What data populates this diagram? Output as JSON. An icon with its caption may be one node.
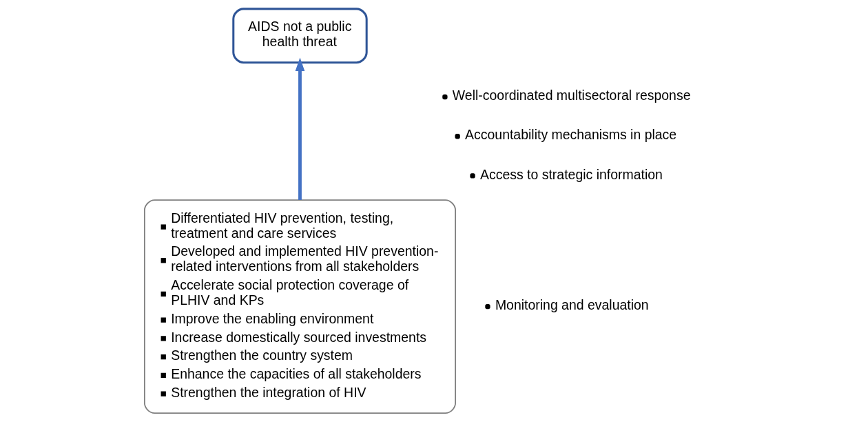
{
  "diagram": {
    "nodes": [
      {
        "text": [
          "Differentiated HIV prevention, testing, treatment and care services",
          "Developed and implemented HIV prevention-related interventions from all stakeholders",
          "Accelerate social protection coverage of PLHIV and KPs",
          "Improve the enabling environment",
          "Increase domestically sourced investments",
          "Strengthen the country system",
          "Enhance the capacities of all stakeholders",
          "Strengthen the integration of HIV"
        ]
      },
      {
        "text": [
          "AIDS not a public health threat"
        ]
      }
    ],
    "edges": [
      {
        "from": 0,
        "to": 1,
        "arrow": "to",
        "color": "#4472c4"
      }
    ],
    "labels": [
      "Well-coordinated multisectoral response",
      "Accountability mechanisms in place",
      "Access to strategic information",
      "Monitoring and evaluation"
    ]
  }
}
